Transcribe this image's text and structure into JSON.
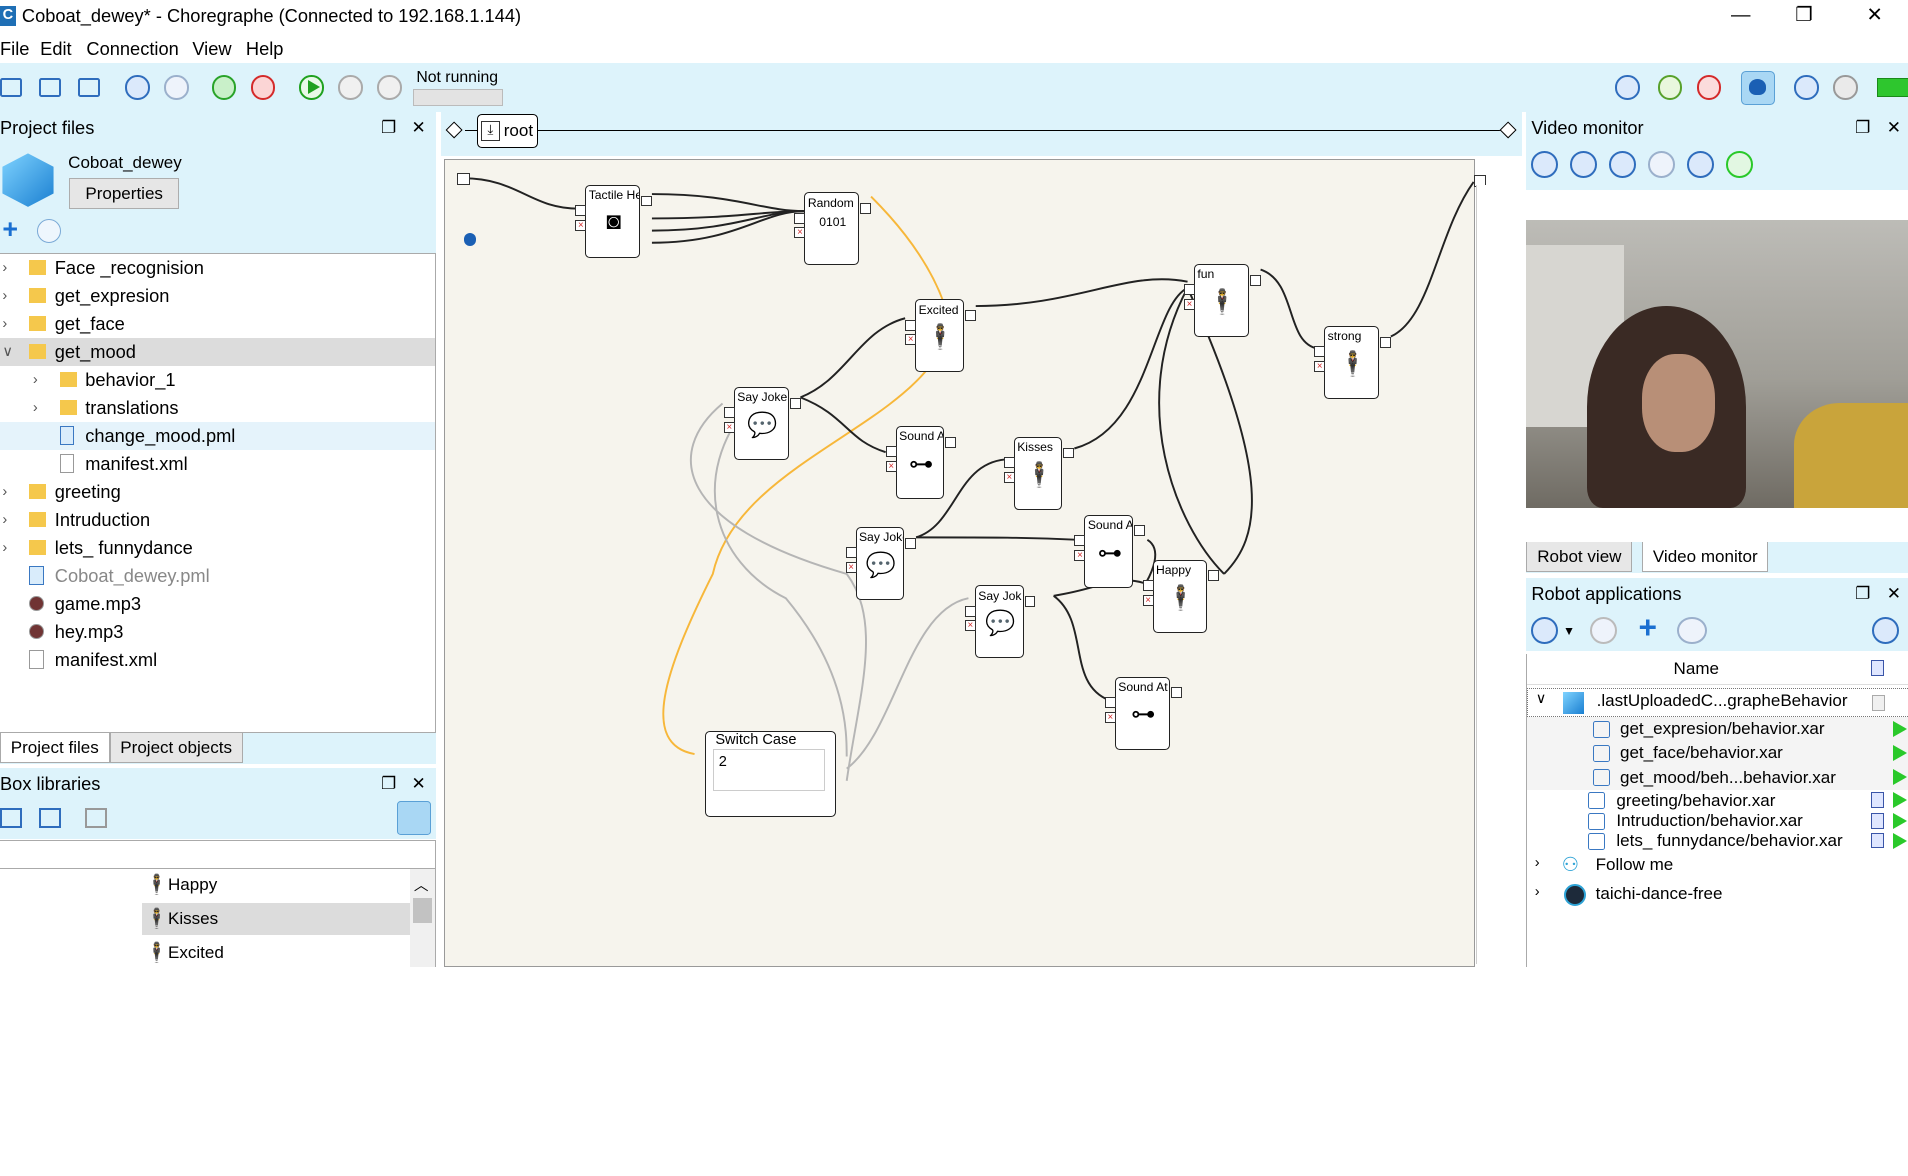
{
  "window": {
    "title": "Coboat_dewey* - Choregraphe (Connected to 192.168.1.144)",
    "app_icon": "C",
    "minimize": "—",
    "maximize": "❐",
    "close": "✕"
  },
  "menu": [
    "File",
    "Edit",
    "Connection",
    "View",
    "Help"
  ],
  "toolbar": {
    "status": "Not running"
  },
  "project_files": {
    "title": "Project files",
    "project_name": "Coboat_dewey",
    "properties_button": "Properties",
    "tree": [
      {
        "label": "Face _recognision",
        "level": 0,
        "kind": "folder",
        "arrow": ">"
      },
      {
        "label": "get_expresion",
        "level": 0,
        "kind": "folder",
        "arrow": ">"
      },
      {
        "label": "get_face",
        "level": 0,
        "kind": "folder",
        "arrow": ">"
      },
      {
        "label": "get_mood",
        "level": 0,
        "kind": "folder",
        "arrow": "v",
        "selected": true
      },
      {
        "label": "behavior_1",
        "level": 1,
        "kind": "folder",
        "arrow": ">"
      },
      {
        "label": "translations",
        "level": 1,
        "kind": "folder",
        "arrow": ">"
      },
      {
        "label": "change_mood.pml",
        "level": 1,
        "kind": "pml",
        "arrow": "",
        "hover": true
      },
      {
        "label": "manifest.xml",
        "level": 1,
        "kind": "file",
        "arrow": ""
      },
      {
        "label": "greeting",
        "level": 0,
        "kind": "folder",
        "arrow": ">"
      },
      {
        "label": "Intruduction",
        "level": 0,
        "kind": "folder",
        "arrow": ">"
      },
      {
        "label": "lets_ funnydance",
        "level": 0,
        "kind": "folder",
        "arrow": ">"
      },
      {
        "label": "Coboat_dewey.pml",
        "level": 0,
        "kind": "pml",
        "arrow": "",
        "grey": true
      },
      {
        "label": "game.mp3",
        "level": 0,
        "kind": "audio",
        "arrow": ""
      },
      {
        "label": "hey.mp3",
        "level": 0,
        "kind": "audio",
        "arrow": ""
      },
      {
        "label": "manifest.xml",
        "level": 0,
        "kind": "file",
        "arrow": ""
      }
    ],
    "tabs": [
      "Project files",
      "Project objects"
    ]
  },
  "box_libraries": {
    "title": "Box libraries",
    "items": [
      {
        "label": "Happy",
        "selected": false
      },
      {
        "label": "Kisses",
        "selected": true
      },
      {
        "label": "Excited",
        "selected": false
      }
    ]
  },
  "canvas": {
    "breadcrumb": "root",
    "boxes": [
      {
        "title": "Tactile Head",
        "icon": "head"
      },
      {
        "title": "Random Int",
        "icon": "binary"
      },
      {
        "title": "Excited",
        "icon": "robot"
      },
      {
        "title": "fun",
        "icon": "robot"
      },
      {
        "title": "strong",
        "icon": "robot"
      },
      {
        "title": "Say Joke Laugh",
        "icon": "speech"
      },
      {
        "title": "Sound Attached",
        "icon": "graph"
      },
      {
        "title": "Kisses",
        "icon": "robot"
      },
      {
        "title": "Say Joke Kobe",
        "icon": "speech"
      },
      {
        "title": "Sound Attached",
        "icon": "graph"
      },
      {
        "title": "Happy",
        "icon": "robot"
      },
      {
        "title": "Say Joke Song",
        "icon": "speech"
      },
      {
        "title": "Sound Attached",
        "icon": "graph"
      }
    ],
    "switch_case": {
      "title": "Switch Case",
      "value": "2"
    }
  },
  "video_monitor": {
    "title": "Video monitor",
    "tabs": [
      "Robot view",
      "Video monitor"
    ]
  },
  "robot_applications": {
    "title": "Robot applications",
    "column": "Name",
    "root_item": ".lastUploadedC...grapheBehavior",
    "children": [
      "get_expresion/behavior.xar",
      "get_face/behavior.xar",
      "get_mood/beh...behavior.xar",
      "greeting/behavior.xar",
      "Intruduction/behavior.xar",
      "lets_ funnydance/behavior.xar"
    ],
    "others": [
      "Follow me",
      "taichi-dance-free"
    ]
  },
  "colors": {
    "panel_bg": "#ddf3fb",
    "canvas_bg": "#f6f4ed",
    "selection": "#dcdcdc",
    "link_yellow": "#f7b73a",
    "link_grey": "#b5b5b5"
  }
}
